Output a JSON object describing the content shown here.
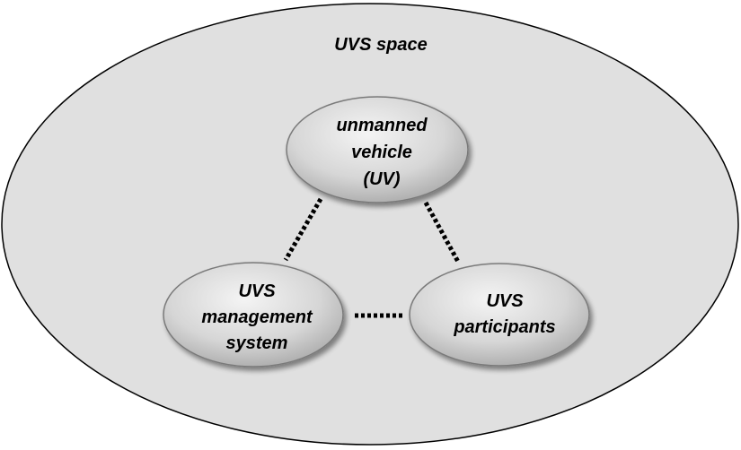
{
  "diagram": {
    "title": "UVS space",
    "nodes": {
      "uv": {
        "lines": [
          "unmanned",
          "vehicle",
          "(UV)"
        ]
      },
      "management": {
        "lines": [
          "UVS",
          "management",
          "system"
        ]
      },
      "participants": {
        "lines": [
          "UVS",
          "participants"
        ]
      }
    }
  },
  "colors": {
    "space_fill": "#e0e0e0",
    "space_stroke": "#000000",
    "node_fill_light": "#f2f2f2",
    "node_fill_dark": "#b0b0b0",
    "node_stroke": "#7a7a7a",
    "connector": "#000000"
  }
}
